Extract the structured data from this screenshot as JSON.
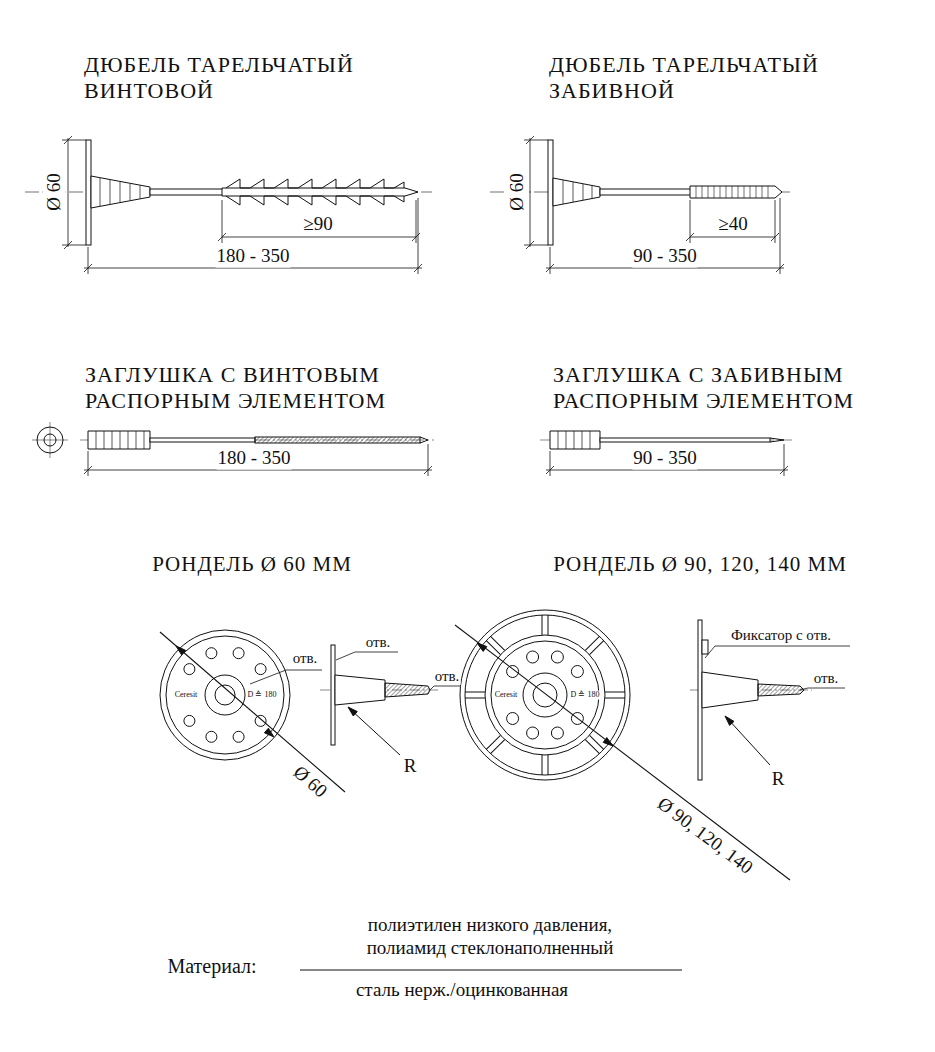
{
  "diagram": {
    "labels": [
      "ДЮБЕЛЬ ТАРЕЛЬЧАТЫЙ ВИНТОВОЙ",
      "ДЮБЕЛЬ ТАРЕЛЬЧАТЫЙ ЗАБИВНОЙ",
      "Ø 60",
      "≥90",
      "180 - 350",
      "Ø 60",
      "≥40",
      "90 - 350",
      "ЗАГЛУШКА С ВИНТОВЫМ РАСПОРНЫМ ЭЛЕМЕНТОМ",
      "ЗАГЛУШКА С ЗАБИВНЫМ РАСПОРНЫМ ЭЛЕМЕНТОМ",
      "180 - 350",
      "90 - 350",
      "РОНДЕЛЬ Ø 60 ММ",
      "РОНДЕЛЬ Ø 90, 120, 140 ММ",
      "Ceresit",
      "D ≙ 180",
      "отв.",
      "отв.",
      "отв.",
      "Ø 60",
      "R",
      "Ceresit",
      "D ≙ 180",
      "Фиксатор с отв.",
      "отв.",
      "Ø 90, 120, 140",
      "R",
      "Материал:",
      "полиэтилен низкого давления, полиамид стеклонаполненный",
      "сталь нерж./оцинкованная"
    ]
  }
}
